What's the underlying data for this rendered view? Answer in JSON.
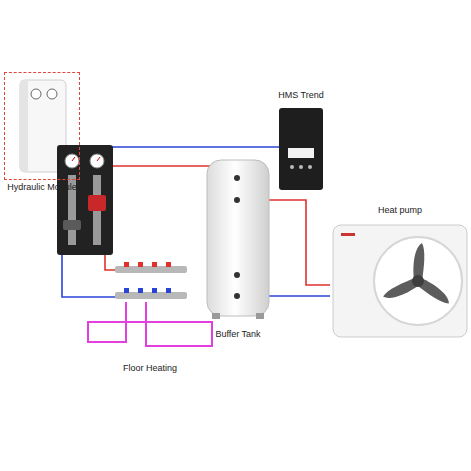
{
  "diagram": {
    "nodes": [
      {
        "text": [
          "Hydraulic Module"
        ]
      },
      {
        "text": [
          "HMS Trend"
        ]
      },
      {
        "text": [
          "Buffer Tank"
        ]
      },
      {
        "text": [
          "Heat pump"
        ]
      },
      {
        "text": [
          "Floor Heating"
        ]
      }
    ],
    "edges": [
      {
        "from": 2,
        "to": 3,
        "arrow": "none"
      },
      {
        "from": 2,
        "to": 3,
        "arrow": "none"
      }
    ]
  }
}
